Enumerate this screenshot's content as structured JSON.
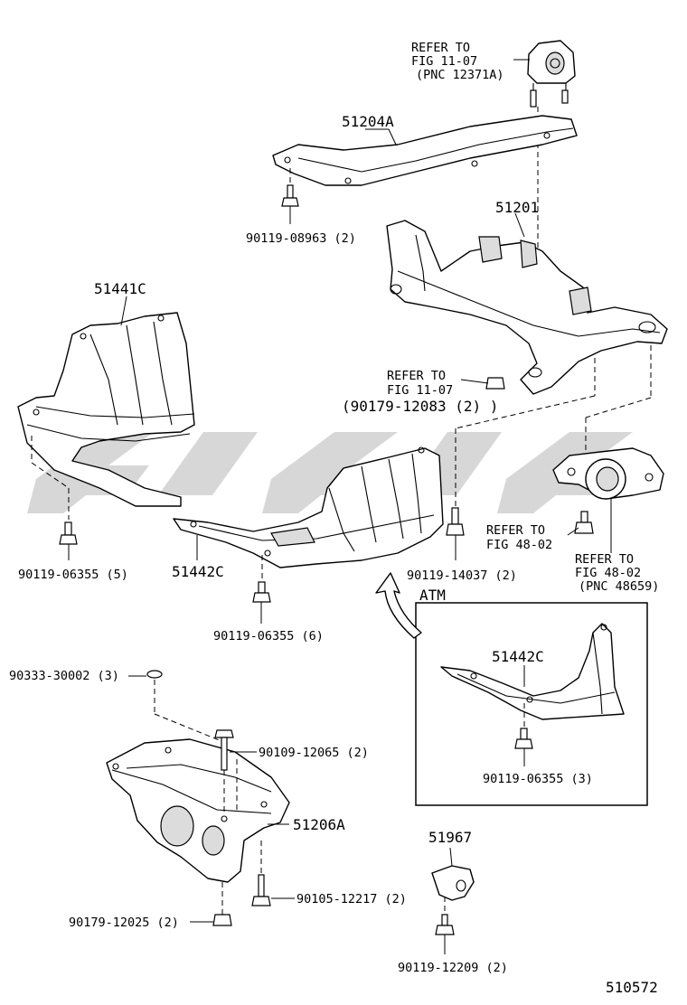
{
  "watermark_text": "CMS",
  "labels": {
    "refer_fig_11_07_top": [
      "REFER TO",
      "FIG 11-07",
      "(PNC 12371A)"
    ],
    "part_51204A": "51204A",
    "bolt_90119_08963": "90119-08963 (2)",
    "part_51201": "51201",
    "part_51441C": "51441C",
    "refer_fig_11_07_mid": [
      "REFER TO",
      "FIG 11-07",
      "(90179-12083 (2) )"
    ],
    "bolt_90119_06355_5": "90119-06355 (5)",
    "part_51442C": "51442C",
    "bolt_90119_06355_6": "90119-06355 (6)",
    "bolt_90119_14037": "90119-14037 (2)",
    "refer_fig_48_02_a": [
      "REFER TO",
      "FIG 48-02"
    ],
    "refer_fig_48_02_b": [
      "REFER TO",
      "FIG 48-02",
      "(PNC 48659)"
    ],
    "atm_title": "ATM",
    "atm_part_51442C": "51442C",
    "atm_bolt_90119_06355_3": "90119-06355 (3)",
    "plug_90333_30002": "90333-30002 (3)",
    "bolt_90109_12065": "90109-12065 (2)",
    "part_51206A": "51206A",
    "bolt_90105_12217": "90105-12217 (2)",
    "nut_90179_12025": "90179-12025 (2)",
    "part_51967": "51967",
    "bolt_90119_12209": "90119-12209 (2)",
    "figure_number": "510572"
  }
}
